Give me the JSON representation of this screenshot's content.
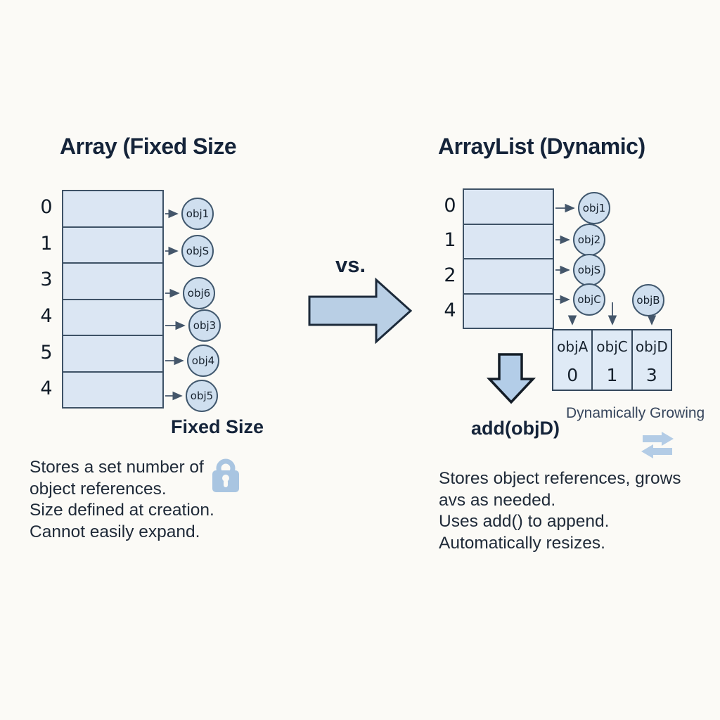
{
  "titles": {
    "left": "Array (Fixed Size",
    "right": "ArrayList (Dynamic)",
    "versus": "vs."
  },
  "left_array": {
    "indices": [
      "0",
      "1",
      "3",
      "4",
      "5",
      "4"
    ],
    "objects": [
      "obj1",
      "objS",
      "obj6",
      "obj3",
      "obj4",
      "obj5"
    ],
    "caption": "Fixed Size",
    "note_lines": [
      "Stores a set number of",
      "object references.",
      "Size defined at creation.",
      "Cannot easily expand."
    ]
  },
  "right_array": {
    "indices": [
      "0",
      "1",
      "2",
      "4"
    ],
    "objects": [
      "obj1",
      "obj2",
      "objS",
      "objC"
    ],
    "floating_object": "objB",
    "operation_label": "add(objD)",
    "growth_label": "Dynamically Growing",
    "table": {
      "cells": [
        {
          "label": "objA",
          "index": "0"
        },
        {
          "label": "objC",
          "index": "1"
        },
        {
          "label": "objD",
          "index": "3"
        }
      ]
    },
    "note_lines": [
      "Stores object references, grows",
      "avs as needed.",
      "Uses add() to append.",
      "Automatically resizes."
    ]
  },
  "colors": {
    "background": "#fbfaf6",
    "cell_fill": "#dbe6f3",
    "cell_border": "#3e5266",
    "circle_fill": "#cfdfef",
    "circle_border": "#41586e",
    "big_arrow_fill": "#b9cfe5",
    "big_arrow_border": "#1c2a3a",
    "icon_blue": "#a9c5e1",
    "text_dark": "#15243a"
  }
}
